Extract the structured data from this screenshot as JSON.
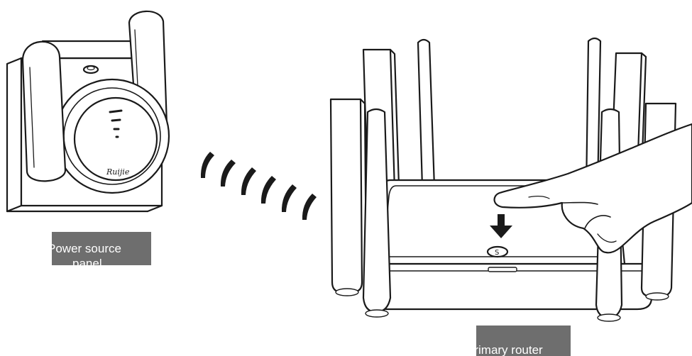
{
  "labels": {
    "extender_line1": "Power source",
    "extender_line2": "panel",
    "router": "Primary router"
  },
  "extender": {
    "logo": "Ruijie",
    "status_leds": 4
  },
  "router": {
    "button_glyph": "S",
    "antennas": 8
  },
  "signal": {
    "wave_count": 6
  },
  "colors": {
    "label_bg": "#6e6e6e",
    "label_text": "#ffffff",
    "line": "#1a1a1a",
    "background": "#ffffff"
  }
}
